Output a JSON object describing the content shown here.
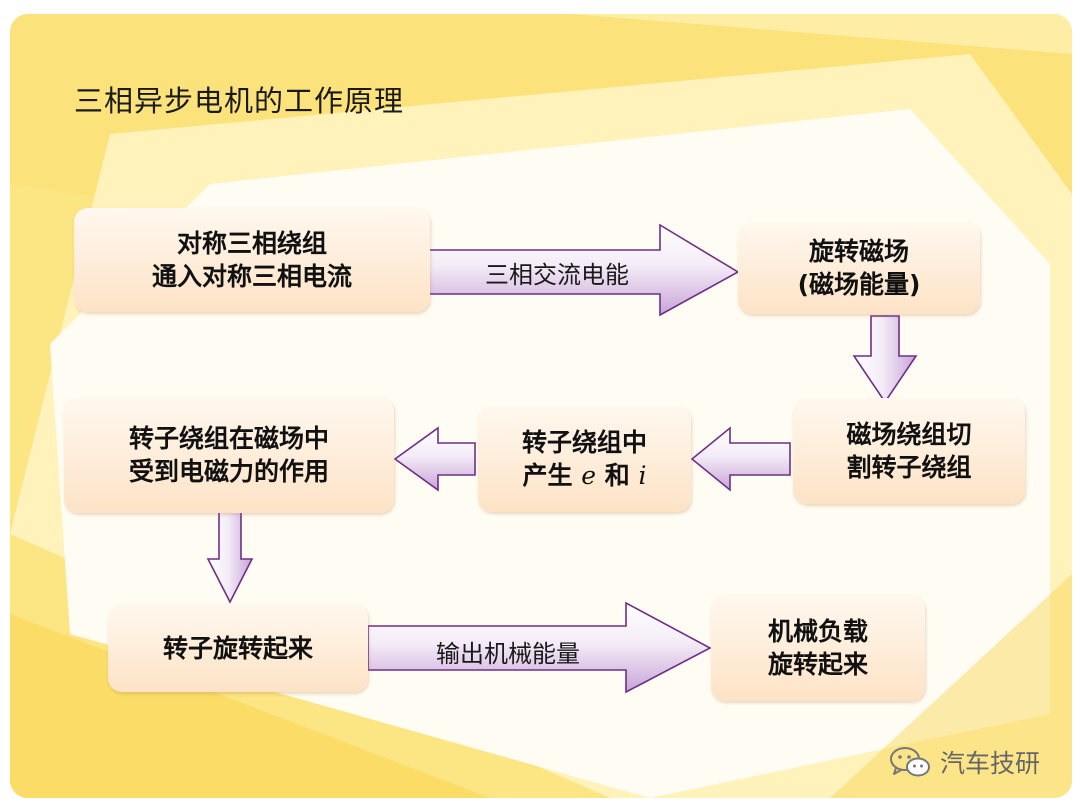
{
  "title": "三相异步电机的工作原理",
  "nodes": {
    "symmetric_winding": {
      "line1": "对称三相绕组",
      "line2": "通入对称三相电流"
    },
    "rotating_field": {
      "line1": "旋转磁场",
      "line2": "(磁场能量)"
    },
    "field_cuts_rotor": {
      "line1": "磁场绕组切",
      "line2": "割转子绕组"
    },
    "rotor_emf_current": {
      "line1": "转子绕组中",
      "line2_prefix": "产生",
      "var_e": "e",
      "conj": "和",
      "var_i": "i"
    },
    "rotor_force": {
      "line1": "转子绕组在磁场中",
      "line2": "受到电磁力的作用"
    },
    "rotor_rotates": {
      "line1": "转子旋转起来"
    },
    "load_rotates": {
      "line1": "机械负载",
      "line2": "旋转起来"
    }
  },
  "edges": {
    "ac_power": "三相交流电能",
    "mechanical_output": "输出机械能量"
  },
  "watermark": {
    "text": "汽车技研",
    "icon": "wechat-icon"
  },
  "colors": {
    "background": "#fbe27a",
    "arrow_fill_light": "#ffffff",
    "arrow_fill_dark": "#c9a4d8",
    "arrow_stroke": "#6e2f86",
    "box_top": "#fff8ef",
    "box_bottom": "#fde3c6"
  }
}
